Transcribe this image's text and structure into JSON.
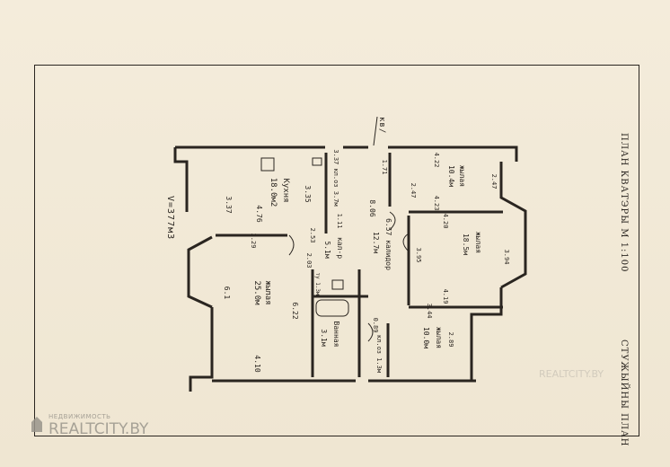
{
  "side_title": "ПЛАН КВАТЭРЫ М 1:100",
  "floor_label": "СТУЖЫЙНЫ ПЛАН",
  "volume_label": "V=377м3",
  "entry_mark": "кв/",
  "watermark": {
    "top": "НЕДВИЖИМОСТЬ",
    "main": "REALTCITY.BY",
    "repeat": "REALTCITY.BY"
  },
  "labels": [
    {
      "id": "kitchen-name",
      "t": "Кухня"
    },
    {
      "id": "kitchen-area",
      "t": "18.0м2"
    },
    {
      "id": "kitchen-w",
      "t": "4.76"
    },
    {
      "id": "kitchen-h",
      "t": "3.37"
    },
    {
      "id": "dim-335",
      "t": "3.35"
    },
    {
      "id": "pantry",
      "t": "3.37 кл.оз 3.7м"
    },
    {
      "id": "dim-111",
      "t": "1.11"
    },
    {
      "id": "dim-806",
      "t": "8.06"
    },
    {
      "id": "dim-171",
      "t": "1.71"
    },
    {
      "id": "corridor-name",
      "t": "6.57 калидор"
    },
    {
      "id": "corridor-area",
      "t": "12.7м"
    },
    {
      "id": "dim-253",
      "t": "2.53"
    },
    {
      "id": "corr2",
      "t": "кал-р"
    },
    {
      "id": "corr2-area",
      "t": "5.1м"
    },
    {
      "id": "dim-203",
      "t": "2.03"
    },
    {
      "id": "dim-329",
      "t": "3.29"
    },
    {
      "id": "living-name",
      "t": "жылая"
    },
    {
      "id": "living-area",
      "t": "25.0м"
    },
    {
      "id": "dim-622",
      "t": "6.22"
    },
    {
      "id": "dim-61",
      "t": "6.1"
    },
    {
      "id": "dim-410",
      "t": "4.10"
    },
    {
      "id": "wc",
      "t": "ту 1.3м"
    },
    {
      "id": "bath-name",
      "t": "Ванная"
    },
    {
      "id": "bath-area",
      "t": "3.1м"
    },
    {
      "id": "dim-089",
      "t": "0.89"
    },
    {
      "id": "closet",
      "t": "кл.оз 1.3м"
    },
    {
      "id": "room1-name",
      "t": "жылая"
    },
    {
      "id": "room1-area",
      "t": "10.4м"
    },
    {
      "id": "dim-422",
      "t": "4.22"
    },
    {
      "id": "dim-423",
      "t": "4.23"
    },
    {
      "id": "dim-247a",
      "t": "2.47"
    },
    {
      "id": "dim-247b",
      "t": "2.47"
    },
    {
      "id": "room2-name",
      "t": "жылая"
    },
    {
      "id": "room2-area",
      "t": "18.5м"
    },
    {
      "id": "dim-420",
      "t": "4.20"
    },
    {
      "id": "dim-395",
      "t": "3.95"
    },
    {
      "id": "dim-394",
      "t": "3.94"
    },
    {
      "id": "dim-419",
      "t": "4.19"
    },
    {
      "id": "dim-344",
      "t": "3.44"
    },
    {
      "id": "room3-name",
      "t": "жылая"
    },
    {
      "id": "room3-area",
      "t": "10.0м"
    },
    {
      "id": "dim-289",
      "t": "2.89"
    }
  ]
}
